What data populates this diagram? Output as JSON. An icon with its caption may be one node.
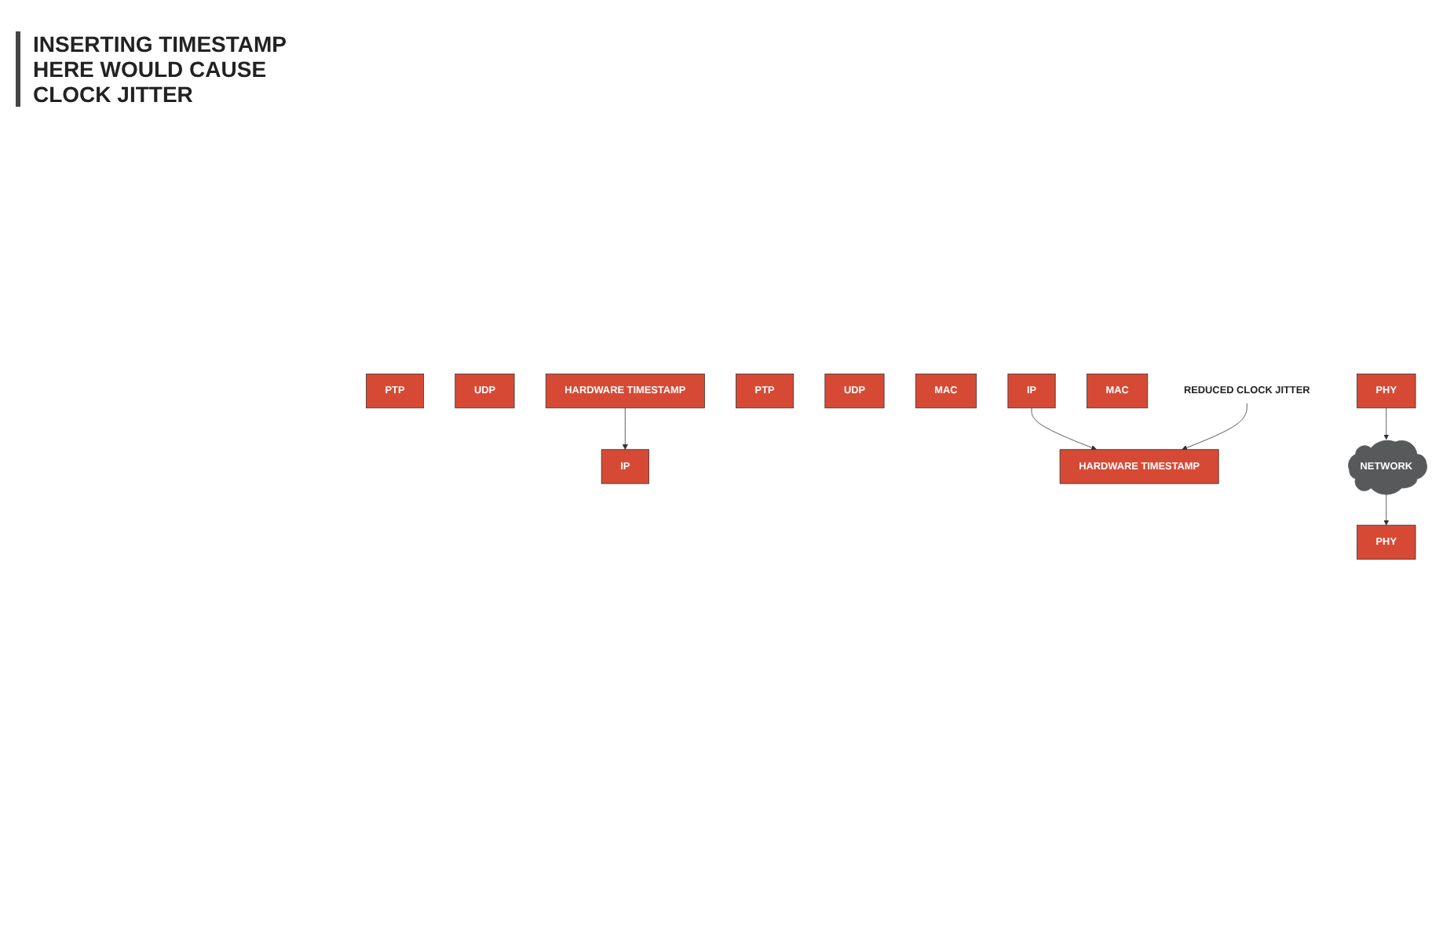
{
  "diagram": {
    "nodes": [
      {
        "text": [
          "PTP"
        ]
      },
      {
        "text": [
          "UDP"
        ]
      },
      {
        "text": [
          "IP"
        ]
      },
      {
        "text": [
          "PTP"
        ]
      },
      {
        "text": [
          "UDP"
        ]
      },
      {
        "text": [
          "IP"
        ]
      },
      {
        "text": [
          "MAC"
        ]
      },
      {
        "text": [
          "HARDWARE TIMESTAMP"
        ]
      },
      {
        "text": [
          "REDUCED CLOCK JITTER"
        ]
      },
      {
        "text": [
          "MAC"
        ]
      },
      {
        "text": [
          "HARDWARE TIMESTAMP"
        ]
      },
      {
        "text": [
          "PHY"
        ]
      },
      {
        "text": [
          "PHY"
        ]
      },
      {
        "text": [
          "NETWORK"
        ]
      }
    ],
    "edges": [
      {
        "from": 2,
        "to": 7,
        "arrow": "to"
      },
      {
        "from": 8,
        "to": 7,
        "arrow": "to"
      },
      {
        "from": 10,
        "to": 5,
        "arrow": "to"
      },
      {
        "from": 11,
        "to": 13,
        "arrow": "to"
      },
      {
        "from": 13,
        "to": 12,
        "arrow": "to"
      }
    ],
    "labels": [
      "INSERTING TIMESTAMP HERE WOULD CAUSE CLOCK JITTER"
    ]
  }
}
